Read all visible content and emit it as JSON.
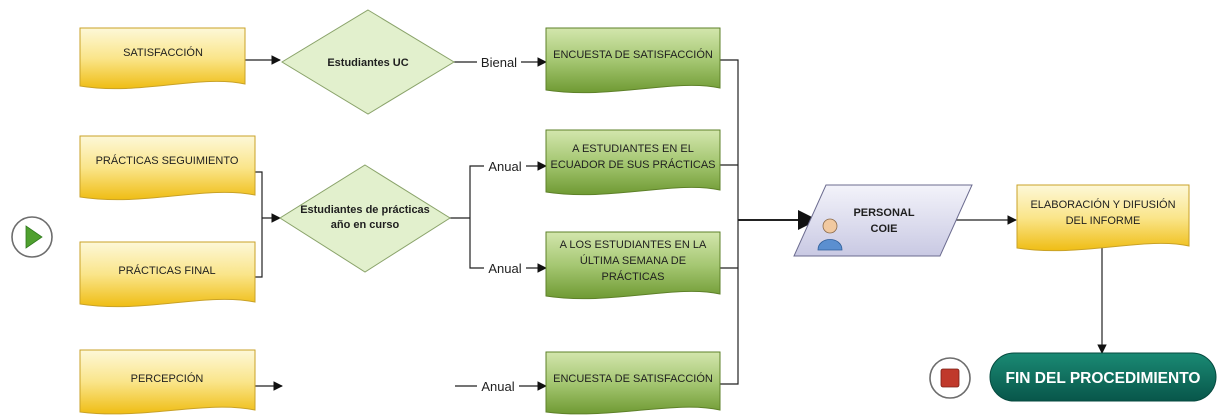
{
  "start_event": {
    "icon": "play-icon"
  },
  "docs": {
    "satisfaccion": "SATISFACCIÓN",
    "practicas_seguimiento": "PRÁCTICAS SEGUIMIENTO",
    "practicas_final": "PRÁCTICAS FINAL",
    "percepcion": "PERCEPCIÓN"
  },
  "gateways": {
    "estudiantes_uc": "Estudiantes UC",
    "practicas_line1": "Estudiantes de prácticas",
    "practicas_line2": "año en curso"
  },
  "edge_labels": {
    "bienal": "Bienal",
    "anual_1": "Anual",
    "anual_2": "Anual",
    "anual_3": "Anual"
  },
  "surveys": {
    "encuesta_satisfaccion_1": "ENCUESTA DE SATISFACCIÓN",
    "ecuador_line1": "A ESTUDIANTES EN EL",
    "ecuador_line2": "ECUADOR DE SUS PRÁCTICAS",
    "ultima_line1": "A LOS ESTUDIANTES EN LA",
    "ultima_line2": "ÚLTIMA SEMANA DE",
    "ultima_line3": "PRÁCTICAS",
    "encuesta_satisfaccion_2": "ENCUESTA DE SATISFACCIÓN"
  },
  "personal": {
    "line1": "PERSONAL",
    "line2": "COIE",
    "icon": "user-icon"
  },
  "informe": {
    "line1": "ELABORACIÓN Y DIFUSIÓN",
    "line2": "DEL INFORME"
  },
  "end_event": {
    "label": "FIN DEL PROCEDIMIENTO",
    "icon": "stop-icon"
  },
  "colors": {
    "doc_fill_top": "#fdf5c8",
    "doc_fill_bottom": "#f0c21a",
    "green_fill_top": "#c9df9e",
    "green_fill_bottom": "#77a23a",
    "diamond_fill": "#e2f0cd",
    "diamond_stroke": "#8aa36a",
    "parallelogram_fill": "#d8d8ee",
    "end_fill": "#0c6e5c",
    "start_triangle": "#4fa02f",
    "stop_square": "#c0392b"
  }
}
